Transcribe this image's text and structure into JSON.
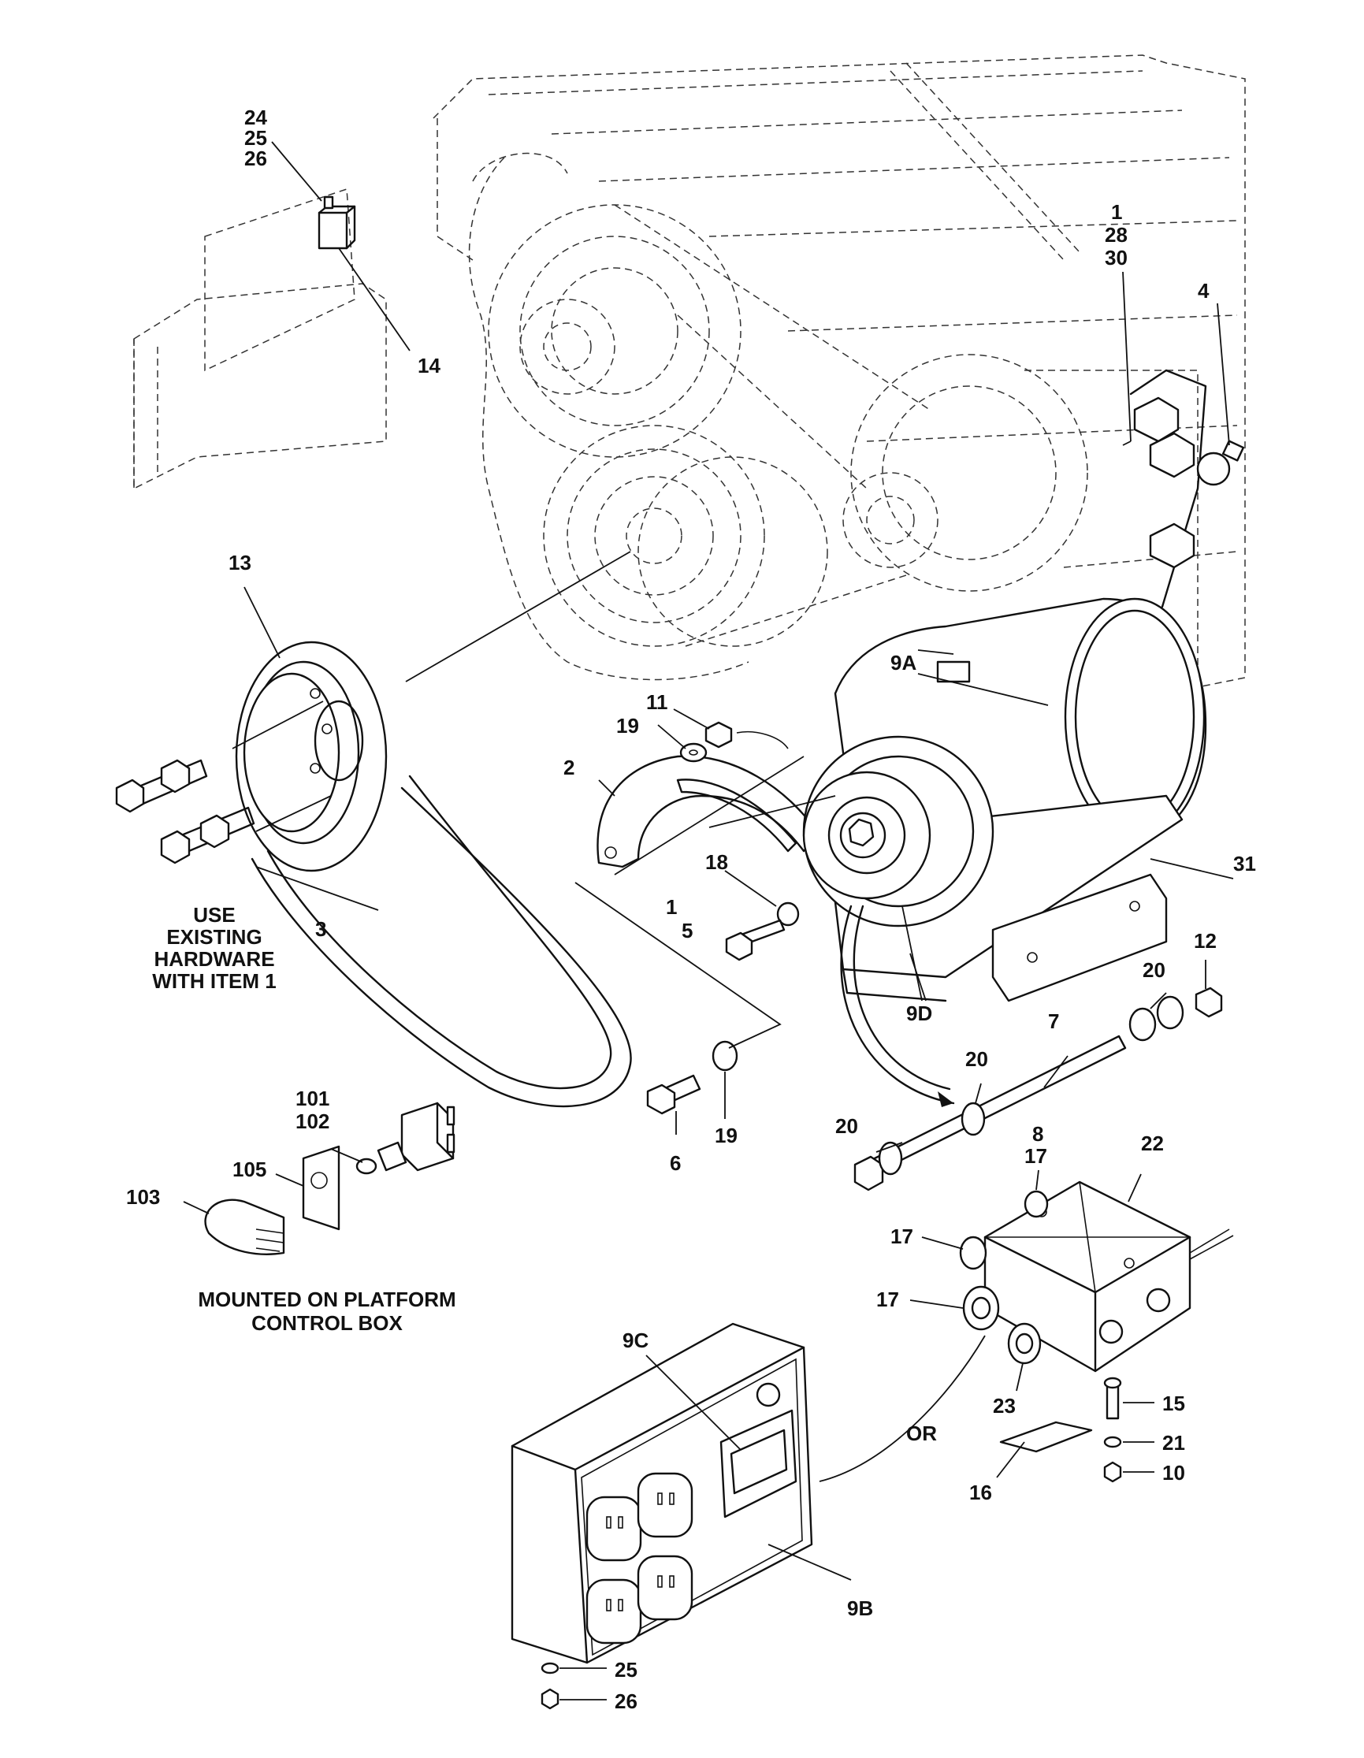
{
  "callouts": {
    "c24": "24",
    "c25": "25",
    "c26": "26",
    "c14": "14",
    "c1a": "1",
    "c28": "28",
    "c30": "30",
    "c4": "4",
    "c13": "13",
    "c9a": "9A",
    "c11": "11",
    "c19a": "19",
    "c2": "2",
    "c31": "31",
    "c18": "18",
    "c1b": "1",
    "c5": "5",
    "c12": "12",
    "c3": "3",
    "c20a": "20",
    "c9d": "9D",
    "c7": "7",
    "c20b": "20",
    "c6": "6",
    "c19b": "19",
    "c20c": "20",
    "c101": "101",
    "c102": "102",
    "c8": "8",
    "c17a": "17",
    "c22": "22",
    "c105": "105",
    "c103": "103",
    "c17b": "17",
    "c17c": "17",
    "c9c": "9C",
    "c23": "23",
    "c15": "15",
    "c21": "21",
    "c10": "10",
    "cor": "OR",
    "c16": "16",
    "c9b": "9B",
    "c25b": "25",
    "c26b": "26"
  },
  "notes": {
    "use_existing": [
      "USE",
      "EXISTING",
      "HARDWARE",
      "WITH ITEM 1"
    ],
    "mounted_on": [
      "MOUNTED ON PLATFORM",
      "CONTROL BOX"
    ]
  }
}
